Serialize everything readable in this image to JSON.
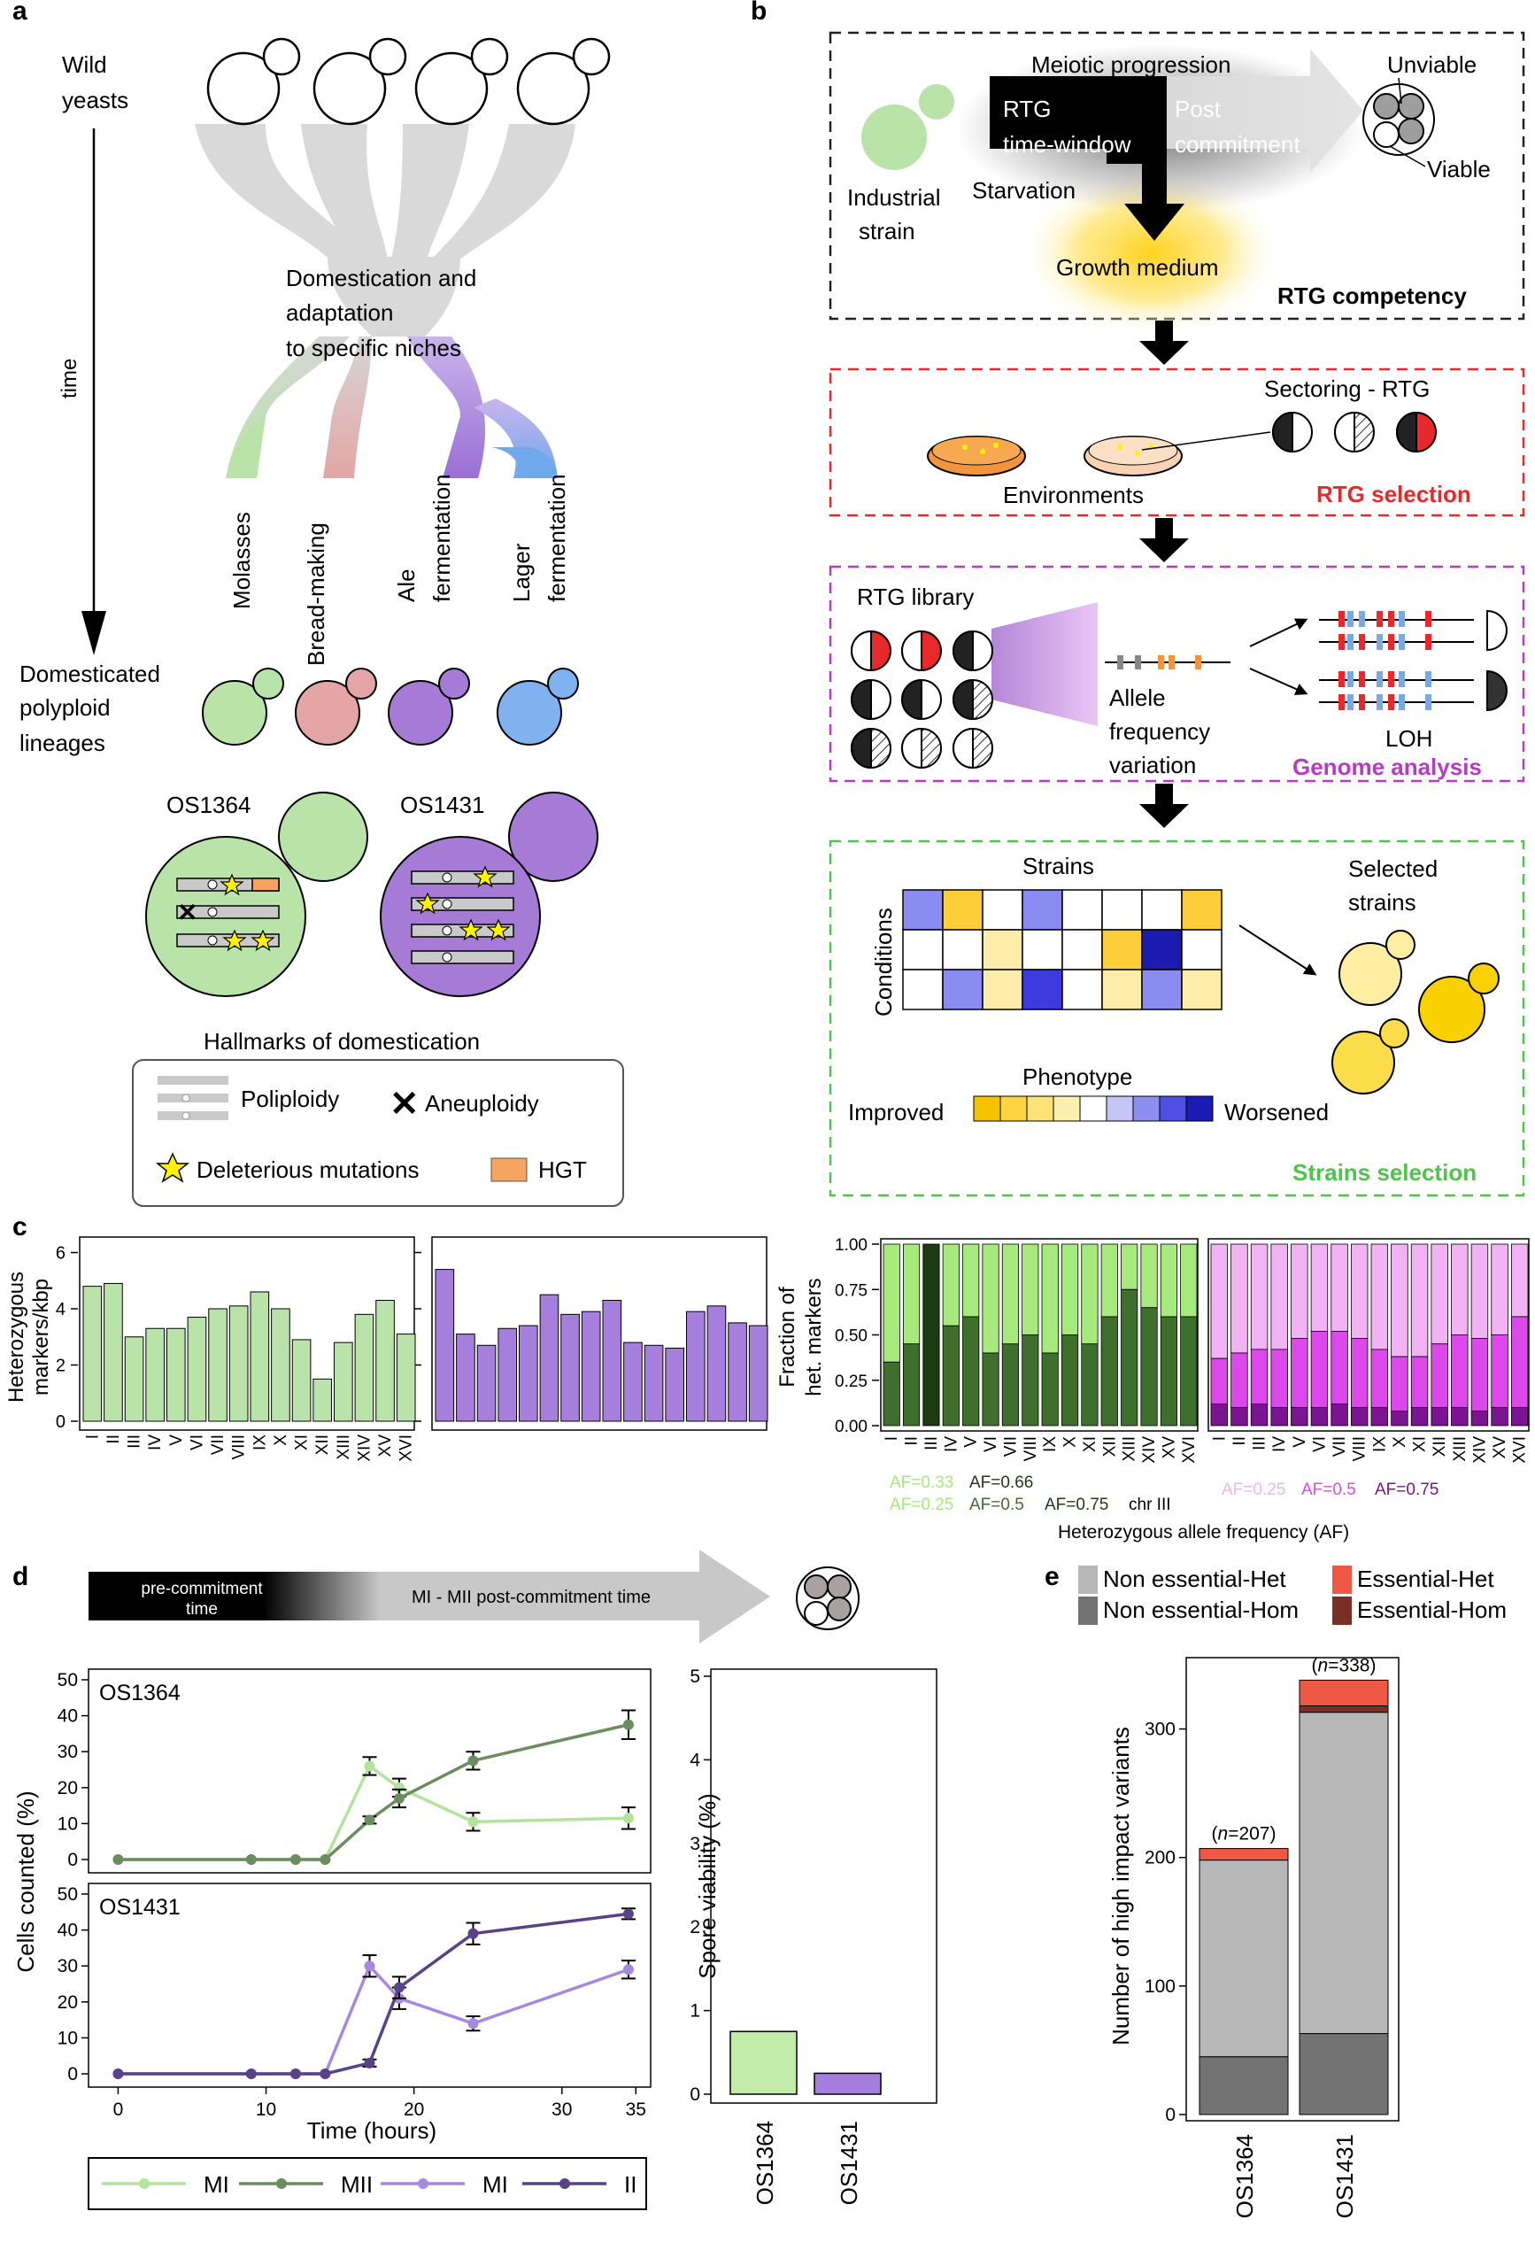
{
  "panel_letters": {
    "a": "a",
    "b": "b",
    "c": "c",
    "d": "d",
    "e": "e"
  },
  "panel_a": {
    "wild": "Wild",
    "yeasts": "yeasts",
    "time": "time",
    "domestication_lines": [
      "Domestication and",
      "adaptation",
      "to specific niches"
    ],
    "niches": [
      "Molasses",
      "Bread-making",
      "Ale",
      "fermentation",
      "Lager",
      "fermentation"
    ],
    "domesticated_lines": [
      "Domesticated",
      "polyploid",
      "lineages"
    ],
    "strain_1": "OS1364",
    "strain_2": "OS1431",
    "hallmarks_title": "Hallmarks of domestication",
    "legend": {
      "polyploidy": "Poliploidy",
      "aneuploidy": "Aneuploidy",
      "deleterious": "Deleterious mutations",
      "hgt": "HGT"
    },
    "colors": {
      "molasses": "#b9e3a8",
      "bread": "#e3a5a5",
      "ale": "#a57bd6",
      "lager": "#7fb2ee",
      "star": "#fff200",
      "hgt": "#f4a460"
    }
  },
  "panel_b": {
    "meiotic_progression": "Meiotic progression",
    "rtg_time_window": [
      "RTG",
      "time-window"
    ],
    "post_commitment": [
      "Post",
      "commitment"
    ],
    "unviable": "Unviable",
    "viable": "Viable",
    "industrial_strain": [
      "Industrial",
      "strain"
    ],
    "starvation": "Starvation",
    "growth_medium": "Growth medium",
    "rtg_competency": "RTG competency",
    "sectoring": "Sectoring - RTG",
    "environments": "Environments",
    "rtg_selection": "RTG selection",
    "rtg_library": "RTG library",
    "allele_freq": [
      "Allele",
      "frequency",
      "variation"
    ],
    "loh": "LOH",
    "genome_analysis": "Genome analysis",
    "strains": "Strains",
    "conditions": "Conditions",
    "selected_strains": [
      "Selected",
      "strains"
    ],
    "phenotype": "Phenotype",
    "improved": "Improved",
    "worsened": "Worsened",
    "strains_selection": "Strains selection",
    "heatmap": [
      [
        "#8a8cf2",
        "#fccf3a",
        "#ffffff",
        "#8a8cf2",
        "#ffffff",
        "#ffffff",
        "#ffffff",
        "#fccf3a"
      ],
      [
        "#ffffff",
        "#ffffff",
        "#fdecaa",
        "#ffffff",
        "#ffffff",
        "#fccf3a",
        "#1b1bb0",
        "#ffffff"
      ],
      [
        "#ffffff",
        "#8a8cf2",
        "#fdecaa",
        "#3b3be0",
        "#ffffff",
        "#fdecaa",
        "#8a8cf2",
        "#fdecaa"
      ]
    ],
    "scale_colors": [
      "#f7c200",
      "#fbd440",
      "#fde278",
      "#feeeb0",
      "#ffffff",
      "#c5c6f7",
      "#8c8ef0",
      "#4e50e4",
      "#1a1ab5"
    ],
    "colors": {
      "rtg_competency": "#222222",
      "rtg_selection": "#e8282b",
      "genome_analysis": "#b63bc4",
      "strains_selection": "#4fc44a"
    }
  },
  "chart_data": [
    {
      "type": "bar",
      "id": "c-left",
      "ylabel": "Heterozygous markers/kbp",
      "ticks_y": [
        0,
        2,
        4,
        6
      ],
      "ylim": [
        0,
        6.3
      ],
      "categories": [
        "I",
        "II",
        "III",
        "IV",
        "V",
        "VI",
        "VII",
        "VIII",
        "IX",
        "X",
        "XI",
        "XII",
        "XIII",
        "XIV",
        "XV",
        "XVI"
      ],
      "series": [
        {
          "strain": "OS1364",
          "values": [
            4.8,
            4.9,
            3.0,
            3.3,
            3.3,
            3.7,
            4.0,
            4.1,
            4.6,
            4.0,
            2.9,
            1.5,
            2.8,
            3.8,
            4.3,
            3.1
          ],
          "color": "#b9e3a8"
        },
        {
          "strain": "OS1431",
          "values": [
            5.4,
            3.1,
            2.7,
            3.3,
            3.4,
            4.5,
            3.8,
            3.9,
            4.3,
            2.8,
            2.7,
            2.6,
            3.9,
            4.1,
            3.5,
            3.4
          ],
          "color": "#a67fdd"
        }
      ]
    },
    {
      "type": "bar",
      "id": "c-right",
      "stacked": true,
      "ylabel": "Fraction of het. markers",
      "ticks_y": [
        0.0,
        0.25,
        0.5,
        0.75,
        1.0
      ],
      "ylim": [
        0,
        1
      ],
      "categories": [
        "I",
        "II",
        "III",
        "IV",
        "V",
        "VI",
        "VII",
        "VIII",
        "IX",
        "X",
        "XI",
        "XII",
        "XIII",
        "XIV",
        "XV",
        "XVI"
      ],
      "series": [
        {
          "strain": "OS1364",
          "name_low": "AF=0.25",
          "name_mid": "AF=0.5",
          "name_high": "AF=0.75",
          "low": [
            0.35,
            0.45,
            0.0,
            0.55,
            0.6,
            0.4,
            0.45,
            0.5,
            0.4,
            0.5,
            0.45,
            0.6,
            0.75,
            0.65,
            0.6,
            0.6
          ],
          "chrIII": [
            0,
            0,
            1.0,
            0,
            0,
            0,
            0,
            0,
            0,
            0,
            0,
            0,
            0,
            0,
            0,
            0
          ],
          "colors": {
            "low": "#3f6f2c",
            "high": "#a6ea7d",
            "chrIII": "#1d3a12"
          }
        },
        {
          "strain": "OS1431",
          "low": [
            0.12,
            0.1,
            0.12,
            0.1,
            0.1,
            0.1,
            0.12,
            0.1,
            0.1,
            0.08,
            0.1,
            0.1,
            0.1,
            0.08,
            0.1,
            0.1
          ],
          "mid": [
            0.25,
            0.3,
            0.3,
            0.32,
            0.38,
            0.42,
            0.4,
            0.38,
            0.32,
            0.3,
            0.28,
            0.35,
            0.4,
            0.4,
            0.4,
            0.5
          ],
          "colors": {
            "low": "#7a1490",
            "mid": "#dd48eb",
            "high": "#f2b3f5"
          }
        }
      ],
      "af_labels": {
        "af033": "AF=0.33",
        "af066": "AF=0.66",
        "af025a": "AF=0.25",
        "af05a": "AF=0.5",
        "af075a": "AF=0.75",
        "chr3": "chr III",
        "af025b": "AF=0.25",
        "af05b": "AF=0.5",
        "af075b": "AF=0.75"
      },
      "xlabel": "Heterozygous allele frequency (AF)"
    },
    {
      "type": "line",
      "id": "d-line",
      "precommit": [
        "pre-commitment",
        "time"
      ],
      "postcommit": "MI - MII post-commitment time",
      "ylabel": "Cells counted (%)",
      "xlabel": "Time (hours)",
      "xticks": [
        0,
        10,
        20,
        30,
        35
      ],
      "yticks": [
        0,
        10,
        20,
        30,
        40,
        50
      ],
      "xlim": [
        -2,
        36
      ],
      "ylim": [
        0,
        50
      ],
      "panels": [
        {
          "strain": "OS1364",
          "series": [
            {
              "name": "MI",
              "color": "#b4e39c",
              "x": [
                0,
                9,
                12,
                14,
                17,
                19,
                24,
                34.5
              ],
              "y": [
                0,
                0,
                0,
                0,
                26,
                20,
                10.5,
                11.5
              ],
              "err": [
                0,
                0,
                0,
                0,
                2.5,
                2.5,
                2.5,
                3
              ]
            },
            {
              "name": "MII",
              "color": "#6a8c5e",
              "x": [
                0,
                9,
                12,
                14,
                17,
                19,
                24,
                34.5
              ],
              "y": [
                0,
                0,
                0,
                0,
                11,
                17,
                27.5,
                37.5
              ],
              "err": [
                0,
                0,
                0,
                0,
                1,
                2.5,
                2.5,
                4
              ]
            }
          ]
        },
        {
          "strain": "OS1431",
          "series": [
            {
              "name": "MI",
              "color": "#a688de",
              "x": [
                0,
                9,
                12,
                14,
                17,
                19,
                24,
                34.5
              ],
              "y": [
                0,
                0,
                0,
                0,
                30,
                21,
                14,
                29
              ],
              "err": [
                0,
                0,
                0,
                0,
                3,
                3,
                2,
                2.5
              ]
            },
            {
              "name": "II",
              "color": "#574386",
              "x": [
                0,
                9,
                12,
                14,
                17,
                19,
                24,
                34.5
              ],
              "y": [
                0,
                0,
                0,
                0,
                3,
                24,
                39,
                44.5
              ],
              "err": [
                0,
                0,
                0,
                0,
                1,
                3,
                3,
                1.5
              ]
            }
          ]
        }
      ],
      "legend": [
        "MI",
        "MII",
        "MI",
        "II"
      ]
    },
    {
      "type": "bar",
      "id": "d-bar",
      "ylabel": "Spore viability (%)",
      "yticks": [
        0,
        1,
        2,
        3,
        4,
        5
      ],
      "ylim": [
        0,
        5
      ],
      "categories": [
        "OS1364",
        "OS1431"
      ],
      "values": [
        0.75,
        0.25
      ],
      "colors": [
        "#c2ebaa",
        "#a47ede"
      ]
    },
    {
      "type": "bar",
      "id": "e-bar",
      "stacked": true,
      "ylabel": "Number of high impact variants",
      "yticks": [
        0,
        100,
        200,
        300
      ],
      "ylim": [
        0,
        350
      ],
      "categories": [
        "OS1364",
        "OS1431"
      ],
      "totals": [
        "207",
        "338"
      ],
      "n_prefix": "n",
      "series": [
        {
          "name": "Non essential-Hom",
          "values": [
            45,
            63
          ],
          "color": "#737373"
        },
        {
          "name": "Non essential-Het",
          "values": [
            153,
            250
          ],
          "color": "#b7b7b7"
        },
        {
          "name": "Essential-Hom",
          "values": [
            0,
            5
          ],
          "color": "#7a2f25"
        },
        {
          "name": "Essential-Het",
          "values": [
            9,
            20
          ],
          "color": "#ee5845"
        }
      ]
    }
  ]
}
